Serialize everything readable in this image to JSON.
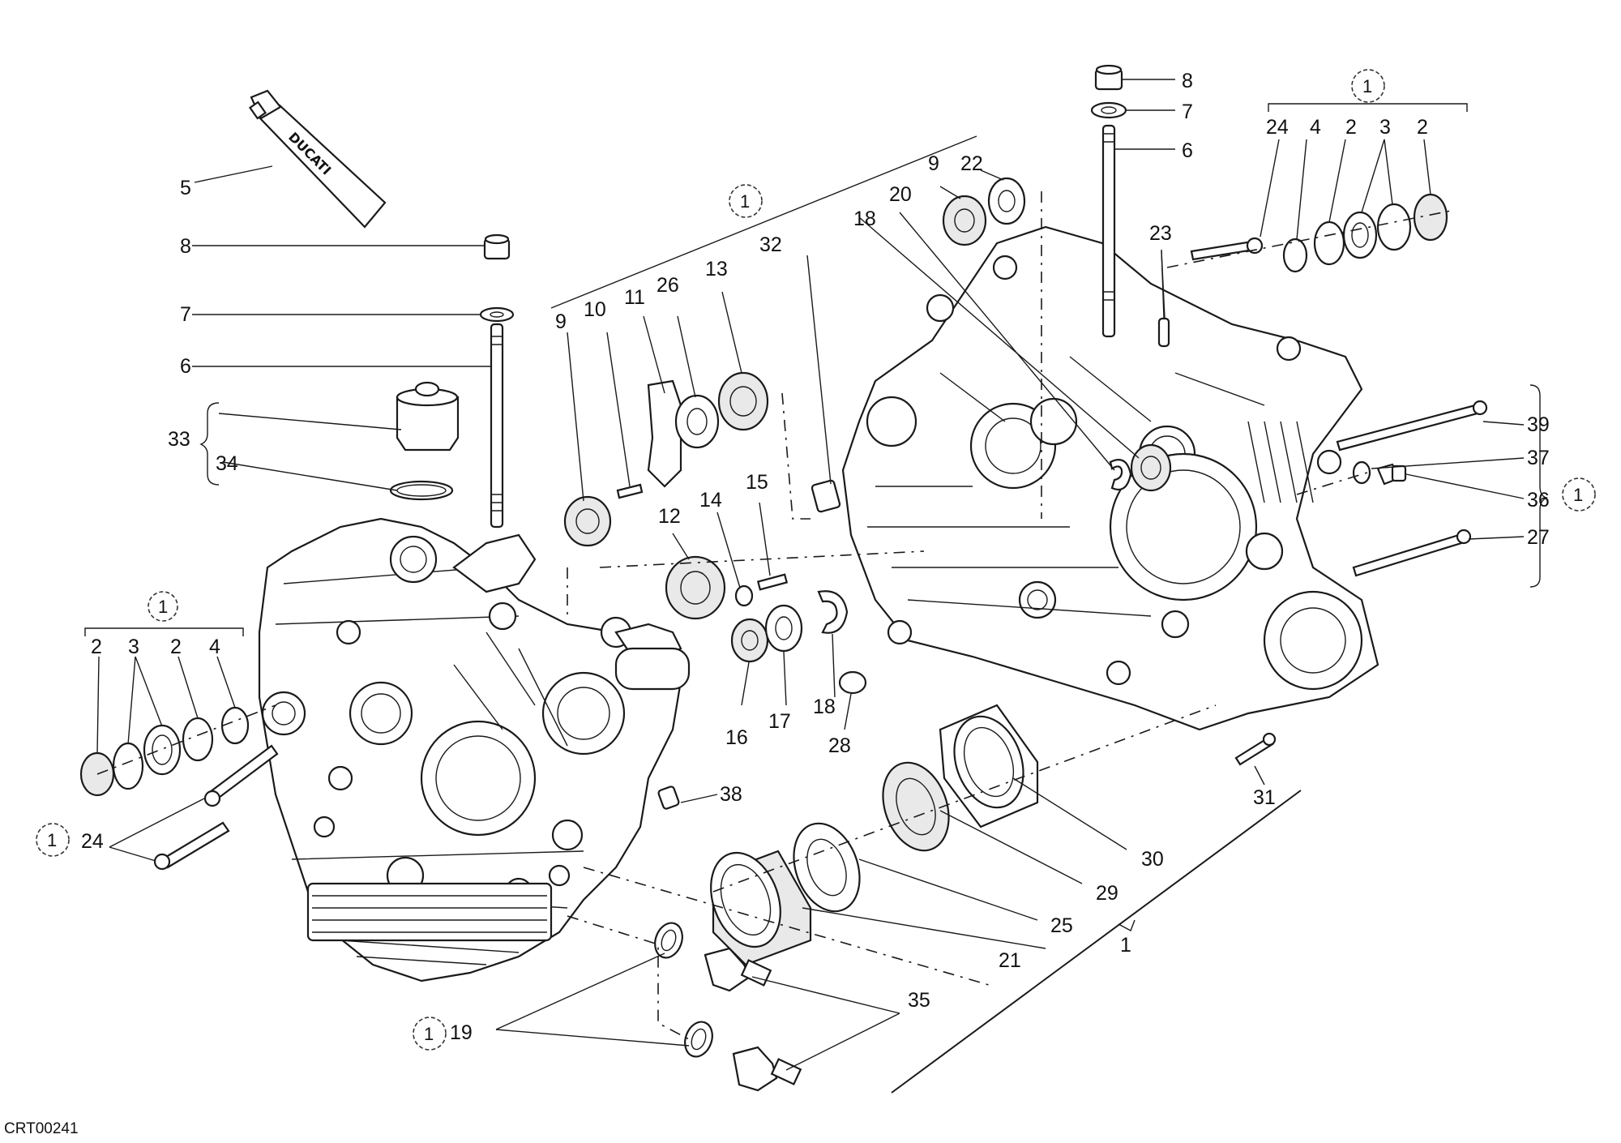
{
  "diagram": {
    "brand": "DUCATI",
    "figure_code": "CRT00241",
    "ref_marker": "1",
    "callouts": [
      "1",
      "2",
      "3",
      "4",
      "5",
      "6",
      "7",
      "8",
      "9",
      "10",
      "11",
      "12",
      "13",
      "14",
      "15",
      "16",
      "17",
      "18",
      "19",
      "20",
      "21",
      "22",
      "23",
      "24",
      "25",
      "26",
      "27",
      "28",
      "29",
      "30",
      "31",
      "32",
      "33",
      "34",
      "35",
      "36",
      "37",
      "38",
      "39"
    ]
  }
}
